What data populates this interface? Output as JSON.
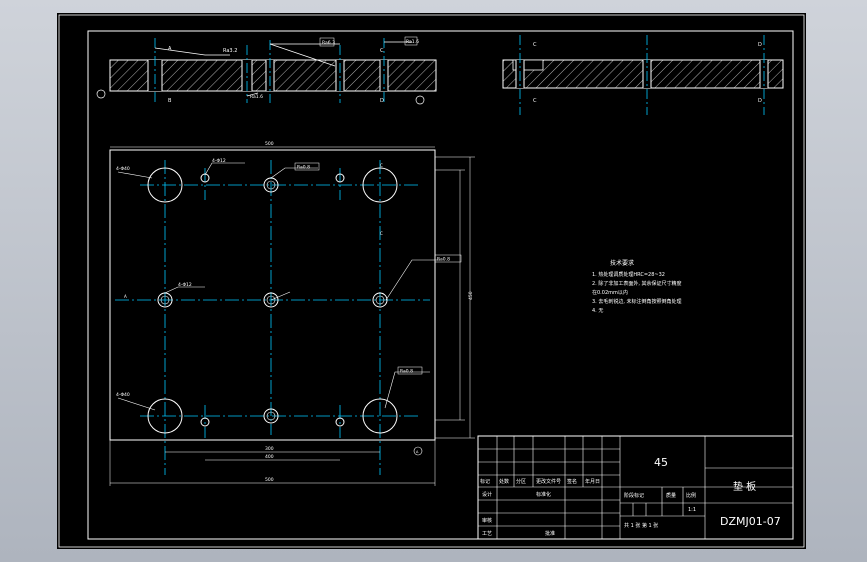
{
  "title_block": {
    "material": "45",
    "part_name": "垫 板",
    "drawing_no": "DZMJ01-07",
    "scale": "1:1",
    "sheet_info": "共 1 张  第 1 张",
    "rev_headers": [
      "标记",
      "处数",
      "分区",
      "更改文件号",
      "签名",
      "年月日"
    ],
    "sign_labels": [
      "设计",
      "标准化"
    ],
    "check_label": "审核",
    "process_label": "工艺",
    "approve_label": "批准",
    "stage_label": "阶段标记",
    "mass_label": "质量",
    "scale_label": "比例"
  },
  "tech_req": {
    "heading": "技术要求",
    "lines": [
      "1. 热处理调质处理HRC=28~32",
      "2. 除了非加工表面外, 其余保证尺寸精度",
      "   在0.02mm以内",
      "3. 去毛刺锐边, 未标注倒角按照倒角处理",
      "4. 无"
    ]
  },
  "dimensions": {
    "top_width": "500",
    "bottom_inner1": "300",
    "bottom_inner2": "400",
    "bottom_total": "500",
    "right_height": "450",
    "hole_big": "4-Φ40",
    "hole_small": "4-Φ12"
  },
  "callouts": {
    "section_roughness": "Ra1.6",
    "roughness_a": "Ra3.2",
    "roughness_b": "Ra6.3",
    "roughness_c": "Ra1.6",
    "flag_right": "Ra0.8",
    "flag_right2": "Ra0.8",
    "section_mark_a": "A",
    "section_mark_b": "B",
    "section_mark_c": "C",
    "section_mark_d": "D",
    "surface_sym": "Ra"
  },
  "colors": {
    "line": "#ffffff",
    "center": "#00c8ff",
    "background": "#000000"
  }
}
